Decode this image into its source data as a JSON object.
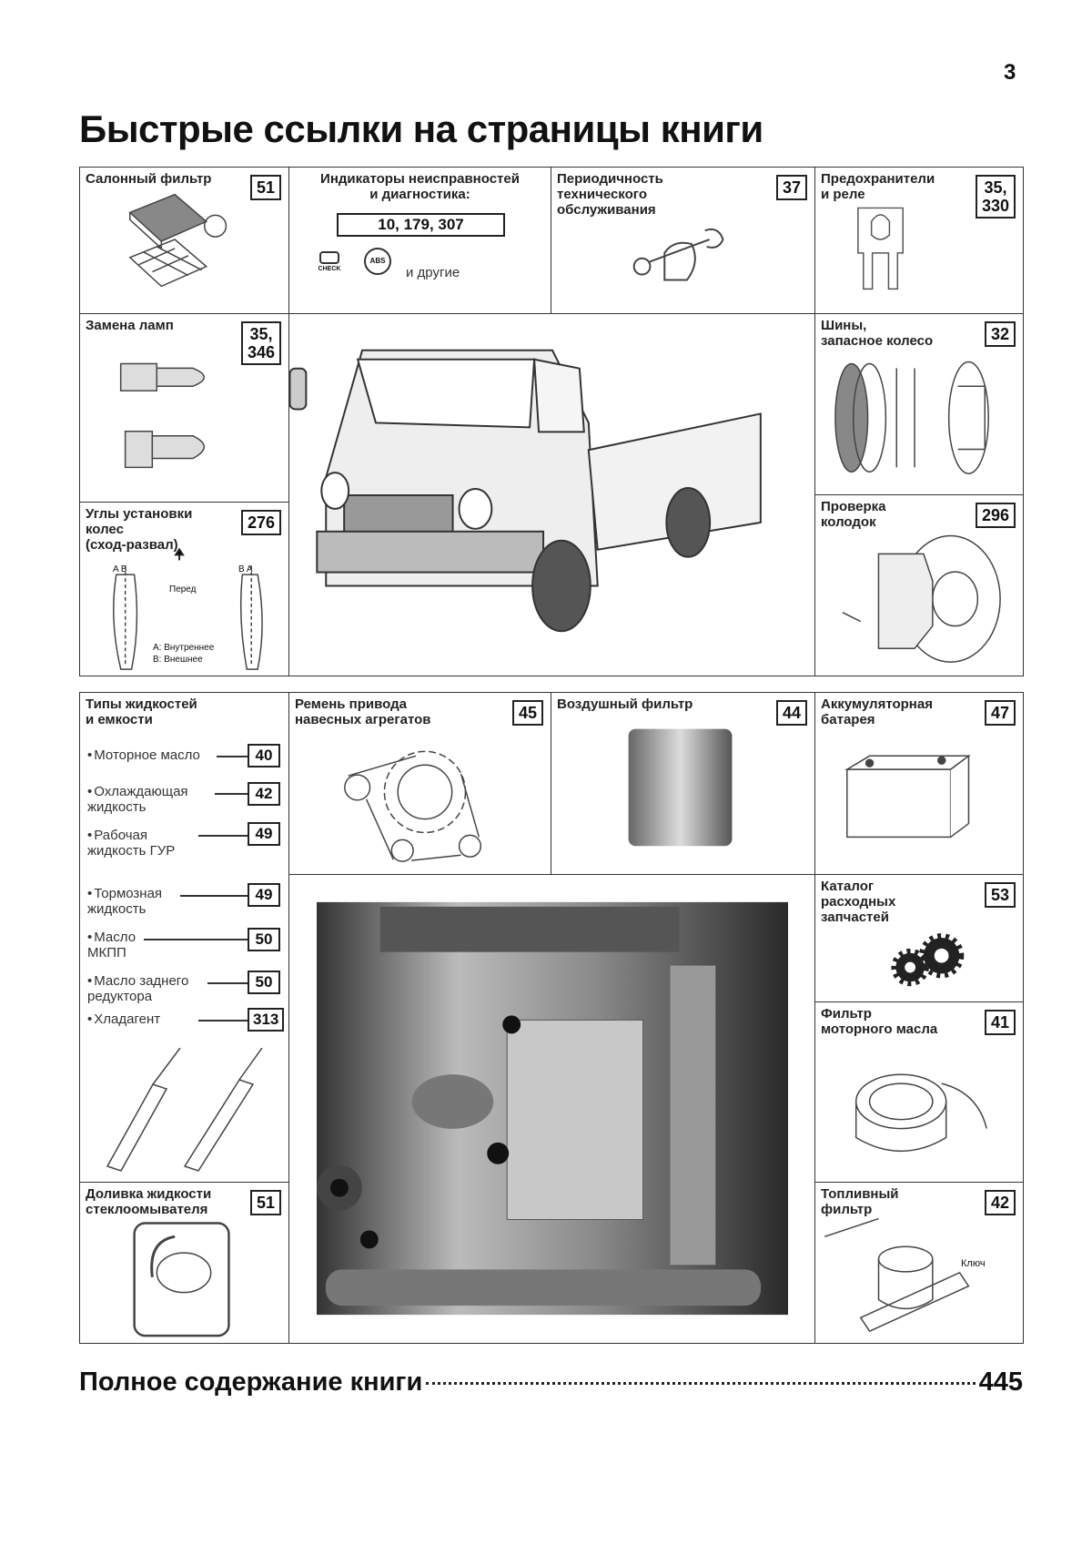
{
  "page_number": "3",
  "title": "Быстрые ссылки на страницы книги",
  "cells": {
    "cabin_filter": {
      "title": "Салонный фильтр",
      "pages": "51"
    },
    "diagnostics": {
      "title": "Индикаторы неисправностей\nи диагностика:",
      "pages": "10, 179, 307",
      "check_label": "CHECK",
      "abs_label": "ABS",
      "other": "и другие"
    },
    "maintenance": {
      "title": "Периодичность\nтехнического\nобслуживания",
      "pages": "37"
    },
    "fuses": {
      "title": "Предохранители\nи реле",
      "pages": "35,\n330"
    },
    "lamps": {
      "title": "Замена ламп",
      "pages": "35,\n346"
    },
    "tires": {
      "title": "Шины,\nзапасное колесо",
      "pages": "32"
    },
    "alignment": {
      "title": "Углы установки\nколес\n(сход-развал)",
      "pages": "276",
      "front": "Перед",
      "inner": "А: Внутреннее",
      "outer": "В: Внешнее",
      "ab": "A   B",
      "ba": "B   A"
    },
    "brakes": {
      "title": "Проверка\nколодок",
      "pages": "296"
    },
    "fluids": {
      "title": "Типы жидкостей\nи емкости",
      "items": [
        {
          "label": "Моторное масло",
          "pages": "40"
        },
        {
          "label": "Охлаждающая\nжидкость",
          "pages": "42"
        },
        {
          "label": "Рабочая\nжидкость ГУР",
          "pages": "49"
        },
        {
          "label": "Тормозная\nжидкость",
          "pages": "49"
        },
        {
          "label": "Масло\nМКПП",
          "pages": "50"
        },
        {
          "label": "Масло заднего\nредуктора",
          "pages": "50"
        },
        {
          "label": "Хладагент",
          "pages": "313"
        }
      ]
    },
    "belt": {
      "title": "Ремень привода\nнавесных агрегатов",
      "pages": "45"
    },
    "air_filter": {
      "title": "Воздушный фильтр",
      "pages": "44"
    },
    "battery": {
      "title": "Аккумуляторная\nбатарея",
      "pages": "47"
    },
    "parts_catalog": {
      "title": "Каталог\nрасходных\nзапчастей",
      "pages": "53"
    },
    "oil_filter": {
      "title": "Фильтр\nмоторного масла",
      "pages": "41"
    },
    "washer": {
      "title": "Доливка жидкости\nстеклоомывателя",
      "pages": "51"
    },
    "fuel_filter": {
      "title": "Топливный\nфильтр",
      "pages": "42",
      "wrench": "Ключ"
    }
  },
  "footer": {
    "label": "Полное содержание книги",
    "pages": "445"
  }
}
